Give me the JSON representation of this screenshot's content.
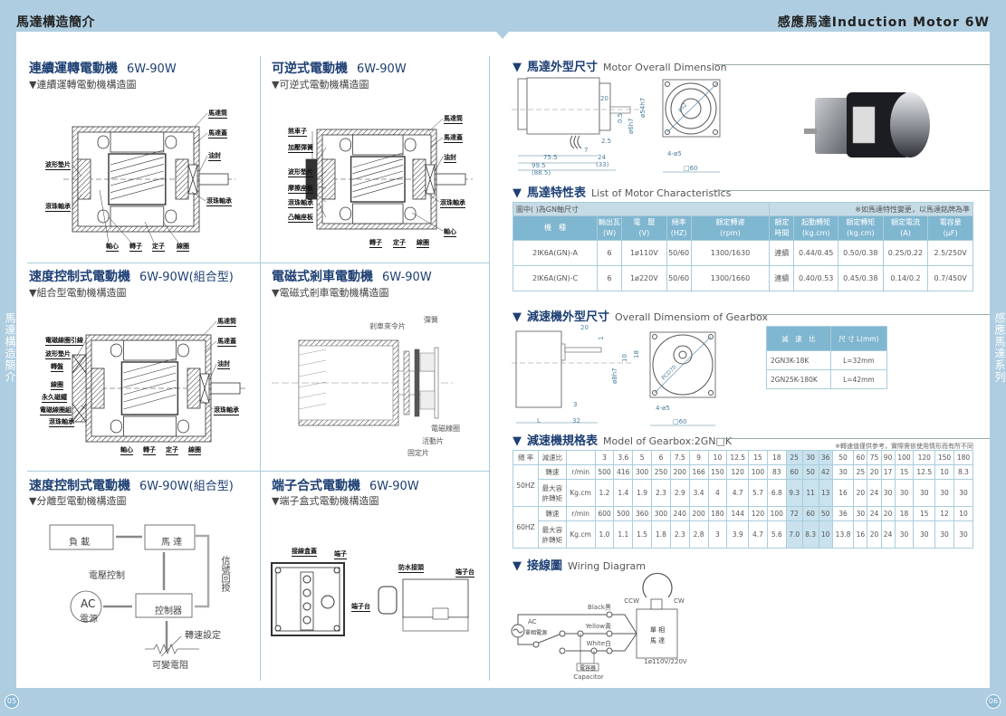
{
  "header": {
    "left_title": "馬達構造簡介",
    "right_title": "感應馬達Induction Motor 6W"
  },
  "side_tabs": {
    "left": "馬達構造簡介",
    "right": "感應馬達系列"
  },
  "page_numbers": {
    "left": "05",
    "right": "06"
  },
  "panels": [
    {
      "title": "連續運轉電動機",
      "model": "6W-90W",
      "subtitle": "▼連續運轉電動機構造圖",
      "labels": [
        "馬達筒",
        "馬達蓋",
        "油封",
        "滾珠軸承",
        "波形墊片",
        "滾珠軸承",
        "軸心",
        "轉子",
        "定子",
        "線圈"
      ]
    },
    {
      "title": "可逆式電動機",
      "model": "6W-90W",
      "subtitle": "▼可逆式電動機構造圖",
      "labels": [
        "馬達筒",
        "馬達蓋",
        "油封",
        "滾珠軸承",
        "軸心",
        "煞車子",
        "加壓彈簧",
        "波形墊片",
        "摩擦座板",
        "滾珠軸承",
        "凸輪座板",
        "轉子",
        "定子",
        "線圈"
      ]
    },
    {
      "title": "速度控制式電動機",
      "model": "6W-90W(組合型)",
      "subtitle": "▼組合型電動機構造圖",
      "labels": [
        "馬達筒",
        "馬達蓋",
        "油封",
        "滾珠軸承",
        "電磁線圈引線",
        "波形墊片",
        "轉盤",
        "線圈",
        "永久磁鐵",
        "電磁線圈組",
        "滾珠軸承",
        "軸心",
        "轉子",
        "定子",
        "線圈"
      ]
    },
    {
      "title": "電磁式剎車電動機",
      "model": "6W-90W",
      "subtitle": "▼電磁式剎車電動機構造圖",
      "labels": [
        "彈簧",
        "剎車來令片",
        "電磁線圈",
        "活動片",
        "固定片"
      ]
    },
    {
      "title": "速度控制式電動機",
      "model": "6W-90W(組合型)",
      "subtitle": "▼分離型電動機構造圖",
      "labels": [
        "負 載",
        "馬 達",
        "電壓控制",
        "AC",
        "電源",
        "控制器",
        "轉速設定",
        "可變電阻",
        "信號回授"
      ]
    },
    {
      "title": "端子合式電動機",
      "model": "6W-90W",
      "subtitle": "▼端子盒式電動機構造圖",
      "labels": [
        "接線盒蓋",
        "端子",
        "端子台",
        "防水接頭",
        "端子台"
      ]
    }
  ],
  "motor_dimension": {
    "title": "馬達外型尺寸",
    "title_en": "Motor Overall Dimension",
    "dims": [
      "20",
      "0.5",
      "ø6h7",
      "ø54h7",
      "2.5",
      "7",
      "24",
      "(33)",
      "75.5",
      "99.5",
      "(88.5)",
      "ø52",
      "4-ø5",
      "□60"
    ]
  },
  "characteristics": {
    "title": "馬達特性表",
    "title_en": "List of Motor Characteristics",
    "caption_left": "圖中(  )為GN軸尺寸",
    "caption_right": "※如馬達特性變更，以馬達銘牌為準",
    "headers": [
      "機　種",
      "輸出瓦\n(W)",
      "電　壓\n(V)",
      "頻率\n(HZ)",
      "額定轉速\n(rpm)",
      "額定\n時間",
      "起動轉矩\n(kg.cm)",
      "額定轉矩\n(kg.cm)",
      "額定電流\n(A)",
      "電容量\n(μF)"
    ],
    "rows": [
      [
        "2IK6A(GN)-A",
        "6",
        "1ø110V",
        "50/60",
        "1300/1630",
        "連續",
        "0.44/0.45",
        "0.50/0.38",
        "0.25/0.22",
        "2.5/250V"
      ],
      [
        "2IK6A(GN)-C",
        "6",
        "1ø220V",
        "50/60",
        "1300/1660",
        "連續",
        "0.40/0.53",
        "0.45/0.38",
        "0.14/0.2",
        "0.7/450V"
      ]
    ]
  },
  "gearbox_dimension": {
    "title": "減速機外型尺寸",
    "title_en": "Overall Dimensiom of Gearbox",
    "dims": [
      "20",
      "1",
      "10",
      "18",
      "ø8h7",
      "3",
      "L",
      "32",
      "PCD70",
      "4-ø5",
      "□60"
    ],
    "ratio_table": {
      "headers": [
        "減　速　比",
        "尺 寸 L(mm)"
      ],
      "rows": [
        [
          "2GN3K-18K",
          "L=32mm"
        ],
        [
          "2GN25K-180K",
          "L=42mm"
        ]
      ]
    }
  },
  "gearbox_spec": {
    "title": "減速機規格表",
    "title_en": "Model of Gearbox:2GN□K",
    "note": "※轉速值僅供參考，實際需依使用情形而有所不同",
    "head": [
      "頻 率",
      "減速比",
      ""
    ],
    "ratios": [
      "3",
      "3.6",
      "5",
      "6",
      "7.5",
      "9",
      "10",
      "12.5",
      "15",
      "18",
      "25",
      "30",
      "36",
      "50",
      "60",
      "75",
      "90",
      "100",
      "120",
      "150",
      "180"
    ],
    "highlight": [
      "25",
      "30",
      "36"
    ],
    "groups": [
      {
        "freq": "50HZ",
        "rows": [
          {
            "label": "轉速",
            "unit": "r/min",
            "values": [
              "500",
              "416",
              "300",
              "250",
              "200",
              "166",
              "150",
              "120",
              "100",
              "83",
              "60",
              "50",
              "42",
              "30",
              "25",
              "20",
              "17",
              "15",
              "12.5",
              "10",
              "8.3"
            ]
          },
          {
            "label": "最大容\n許轉矩",
            "unit": "Kg.cm",
            "values": [
              "1.2",
              "1.4",
              "1.9",
              "2.3",
              "2.9",
              "3.4",
              "4",
              "4.7",
              "5.7",
              "6.8",
              "9.3",
              "11",
              "13",
              "16",
              "20",
              "24",
              "30",
              "30",
              "30",
              "30",
              "30"
            ]
          }
        ]
      },
      {
        "freq": "60HZ",
        "rows": [
          {
            "label": "轉速",
            "unit": "r/min",
            "values": [
              "600",
              "500",
              "360",
              "300",
              "240",
              "200",
              "180",
              "144",
              "120",
              "100",
              "72",
              "60",
              "50",
              "36",
              "30",
              "24",
              "20",
              "18",
              "15",
              "12",
              "10"
            ]
          },
          {
            "label": "最大容\n許轉矩",
            "unit": "Kg.cm",
            "values": [
              "1.0",
              "1.1",
              "1.5",
              "1.8",
              "2.3",
              "2.8",
              "3",
              "3.9",
              "4.7",
              "5.6",
              "7.0",
              "8.3",
              "10",
              "13.8",
              "16",
              "20",
              "24",
              "30",
              "30",
              "30",
              "30"
            ]
          }
        ]
      }
    ]
  },
  "wiring": {
    "title": "接線圖",
    "title_en": "Wiring Diagram",
    "labels": [
      "Black黑",
      "Yellow黃",
      "White白",
      "AC",
      "單相電源",
      "CCW",
      "CW",
      "單 相",
      "馬 達",
      "1ø110V/220V",
      "電容器",
      "Capacitor"
    ]
  },
  "colors": {
    "accent": "#1d3f73",
    "band": "#aecde0",
    "table_header": "#7fb6d0",
    "highlight": "#c9e2ee"
  }
}
